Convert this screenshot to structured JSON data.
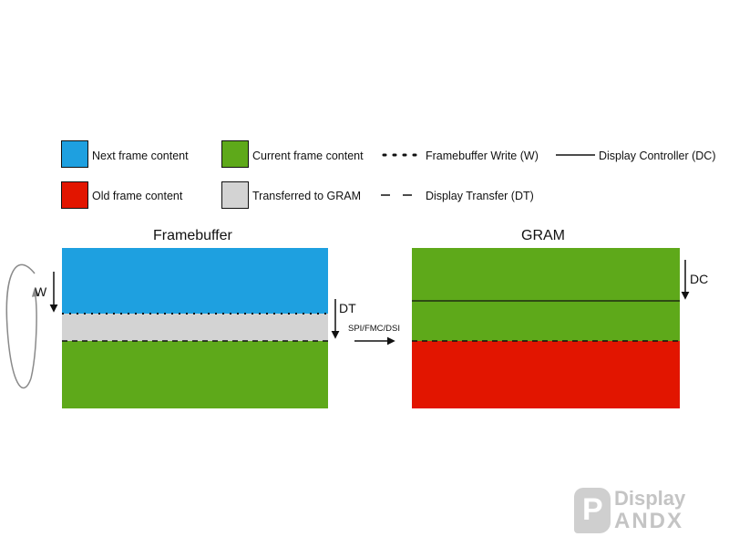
{
  "legend": {
    "next_frame": {
      "label": "Next frame content",
      "color": "#1ea0e0"
    },
    "current_frame": {
      "label": "Current frame content",
      "color": "#5ea91a"
    },
    "framebuffer_write": {
      "label": "Framebuffer Write (W)",
      "style": "dotted"
    },
    "display_controller": {
      "label": "Display Controller (DC)",
      "style": "solid"
    },
    "old_frame": {
      "label": "Old frame content",
      "color": "#e21500"
    },
    "transferred": {
      "label": "Transferred to GRAM",
      "color": "#d3d3d3"
    },
    "display_transfer": {
      "label": "Display Transfer (DT)",
      "style": "dashed"
    }
  },
  "framebuffer": {
    "title": "Framebuffer",
    "segments": [
      "next_frame",
      "transferred",
      "current_frame"
    ],
    "write_label": "W",
    "transfer_label": "DT"
  },
  "interface": {
    "label": "SPI/FMC/DSI"
  },
  "gram": {
    "title": "GRAM",
    "segments": [
      "current_frame",
      "current_frame",
      "old_frame"
    ],
    "controller_label": "DC"
  },
  "watermark": {
    "line1": "Display",
    "line2": "ANDX",
    "glyph": "P"
  }
}
